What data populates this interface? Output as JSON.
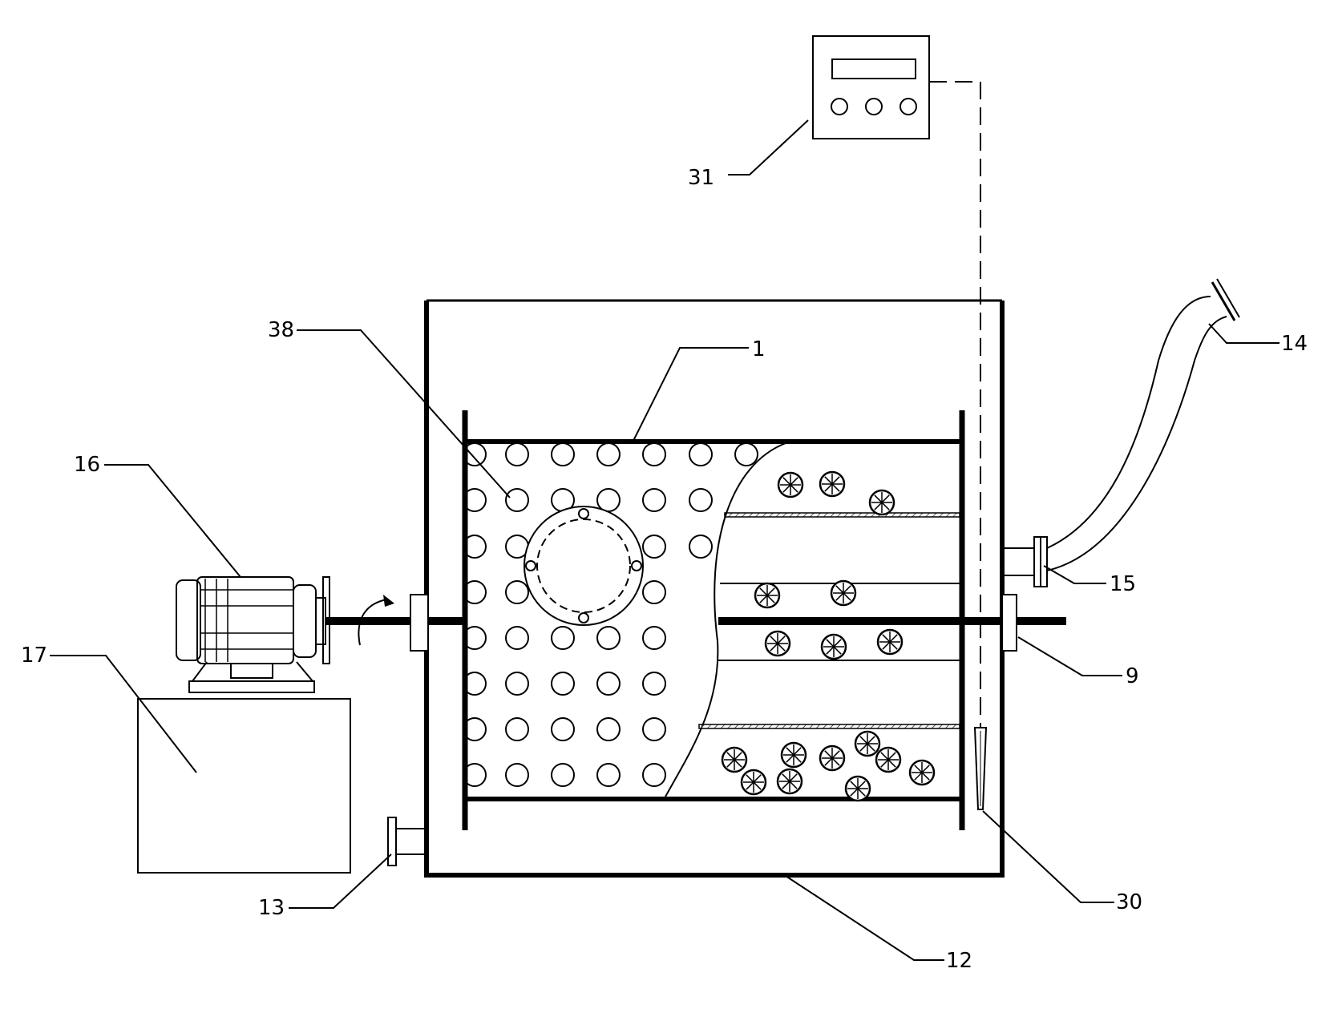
{
  "callouts": [
    {
      "id": "31",
      "text": "31"
    },
    {
      "id": "38",
      "text": "38"
    },
    {
      "id": "1",
      "text": "1"
    },
    {
      "id": "14",
      "text": "14"
    },
    {
      "id": "16",
      "text": "16"
    },
    {
      "id": "17",
      "text": "17"
    },
    {
      "id": "15",
      "text": "15"
    },
    {
      "id": "9",
      "text": "9"
    },
    {
      "id": "13",
      "text": "13"
    },
    {
      "id": "30",
      "text": "30"
    },
    {
      "id": "12",
      "text": "12"
    }
  ],
  "colors": {
    "ink": "#000000",
    "paper": "#ffffff",
    "hatch": "#555555"
  }
}
